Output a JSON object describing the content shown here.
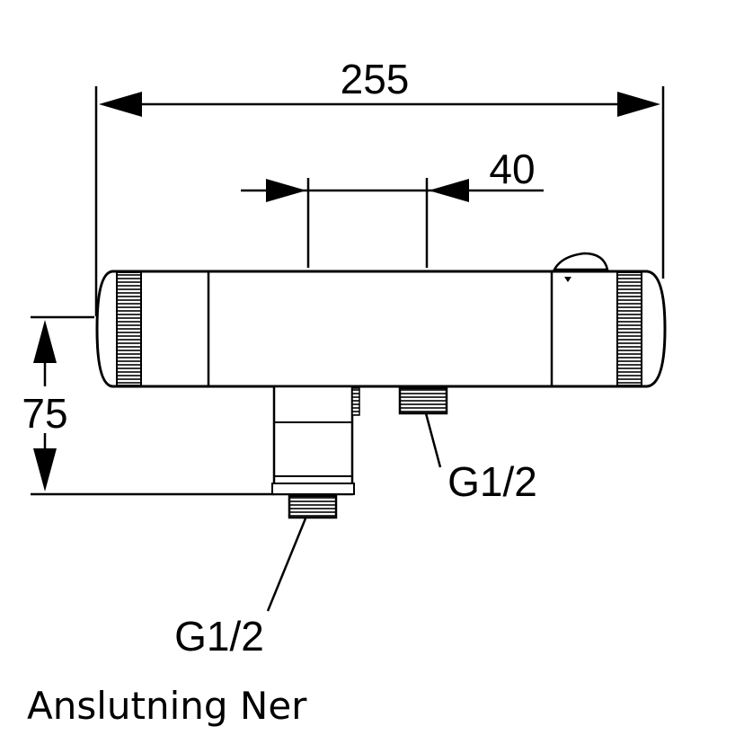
{
  "drawing": {
    "dimensions": {
      "overall_width": "255",
      "outlet_spacing": "40",
      "height_to_outlet": "75"
    },
    "connections": {
      "rear_outlet": "G1/2",
      "bottom_outlet": "G1/2"
    },
    "caption": "Anslutning Ner",
    "colors": {
      "line": "#000000",
      "background": "#ffffff"
    }
  }
}
